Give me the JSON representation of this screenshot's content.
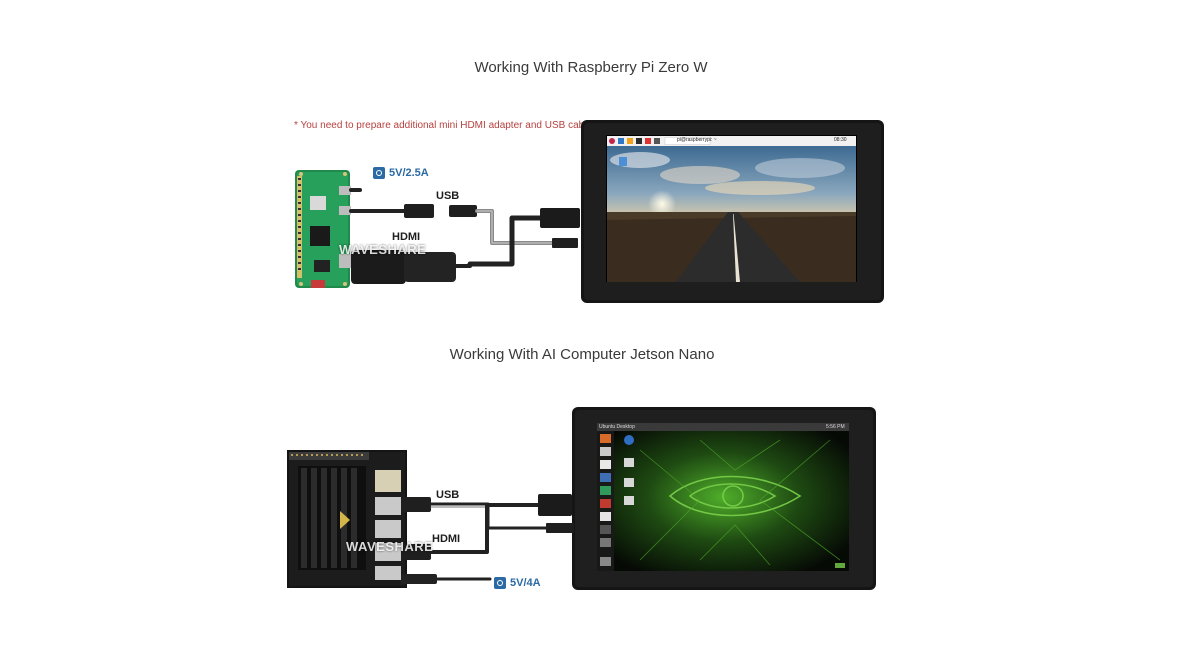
{
  "section1": {
    "title": "Working With Raspberry Pi Zero W",
    "note": "* You need to prepare additional mini HDMI adapter and USB cable",
    "power_label": "5V/2.5A",
    "usb_label": "USB",
    "hdmi_label": "HDMI",
    "watermark": "WAVESHARE",
    "screen": {
      "taskbar_text": "pi@raspberrypi: ~",
      "clock": "08:30"
    }
  },
  "section2": {
    "title": "Working With AI Computer Jetson Nano",
    "usb_label": "USB",
    "hdmi_label": "HDMI",
    "power_label": "5V/4A",
    "watermark": "WAVESHARE",
    "screen": {
      "topbar_title": "Ubuntu Desktop",
      "clock": "5:56 PM"
    }
  },
  "colors": {
    "power_blue": "#2b6aa3",
    "note_red": "#b5413f"
  }
}
